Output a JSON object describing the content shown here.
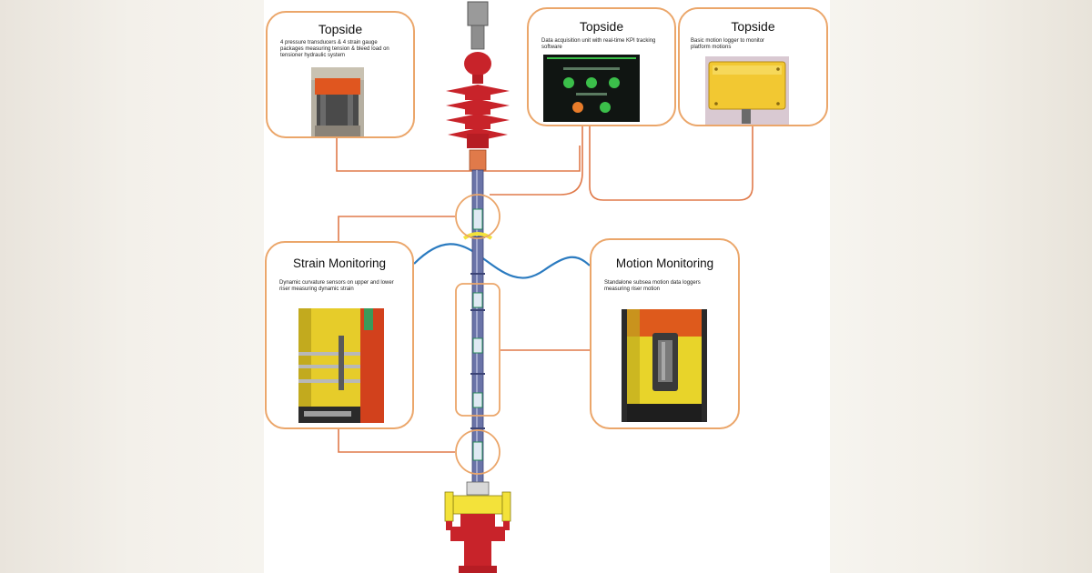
{
  "callouts": {
    "topside_left": {
      "title": "Topside",
      "description": "4 pressure transducers & 4 strain gauge packages measuring tension & bleed load on tensioner hydraulic system"
    },
    "topside_center": {
      "title": "Topside",
      "description": "Data acquisition unit with real-time KPI tracking software"
    },
    "topside_right": {
      "title": "Topside",
      "description": "Basic motion logger to monitor platform motions"
    },
    "strain": {
      "title": "Strain Monitoring",
      "description": "Dynamic curvature sensors on upper and lower riser measuring dynamic strain"
    },
    "motion": {
      "title": "Motion Monitoring",
      "description": "Standalone subsea motion data loggers measuring riser motion"
    }
  },
  "colors": {
    "connector": "#e07a4a",
    "callout_border": "#eba66a",
    "waterline": "#2b7bc0",
    "riser_red": "#c8232a",
    "riser_yellow": "#f3e23a",
    "riser_pipe": "#6a74a8",
    "screen_green": "#3bbf4a",
    "screen_orange": "#e87c2a",
    "logger_yellow": "#f2c832"
  }
}
